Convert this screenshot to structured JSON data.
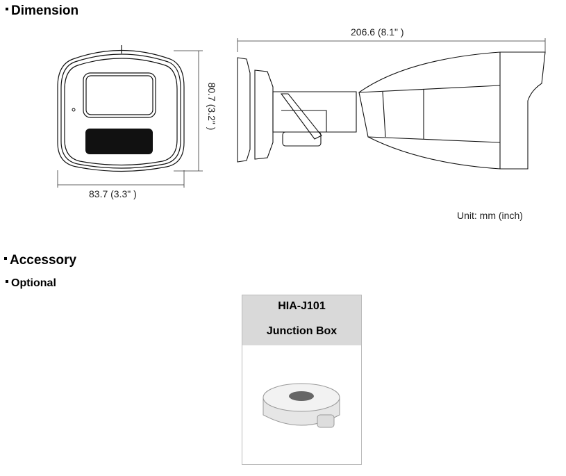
{
  "dimension": {
    "heading": "Dimension",
    "front_height": "80.7 (3.2\" )",
    "front_width": "83.7 (3.3\" )",
    "side_length": "206.6 (8.1\" )",
    "unit": "Unit: mm (inch)"
  },
  "accessory": {
    "heading": "Accessory",
    "subheading": "Optional",
    "items": [
      {
        "model": "HIA-J101",
        "name": "Junction Box"
      }
    ]
  }
}
